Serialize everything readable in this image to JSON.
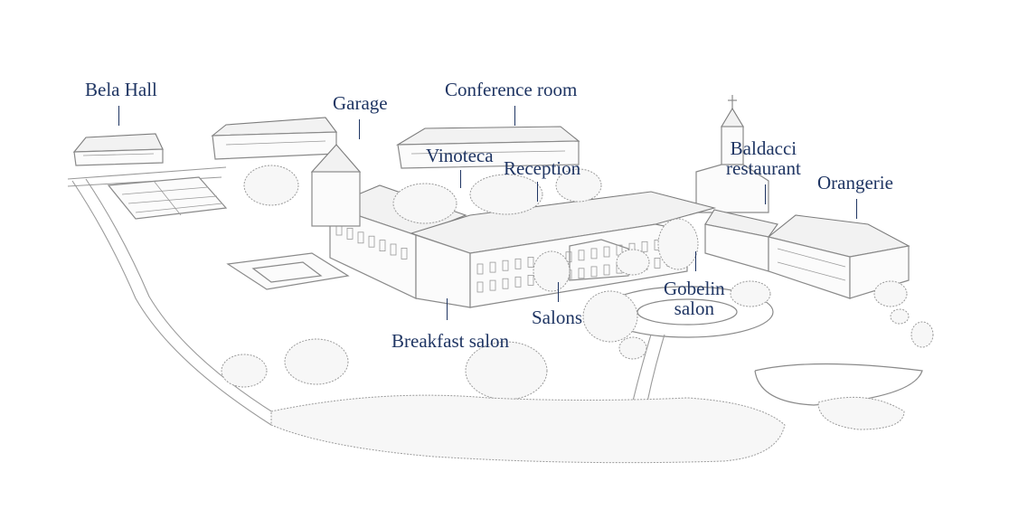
{
  "colors": {
    "label": "#1f3563",
    "sketch": "#8a8a8a",
    "background": "#ffffff"
  },
  "labels": {
    "bela_hall": "Bela Hall",
    "garage": "Garage",
    "conference_room": "Conference room",
    "vinoteca": "Vinoteca",
    "reception": "Reception",
    "baldacci_line1": "Baldacci",
    "baldacci_line2": "restaurant",
    "orangerie": "Orangerie",
    "gobelin_line1": "Gobelin",
    "gobelin_line2": "salon",
    "salons": "Salons",
    "breakfast_salon": "Breakfast salon"
  }
}
